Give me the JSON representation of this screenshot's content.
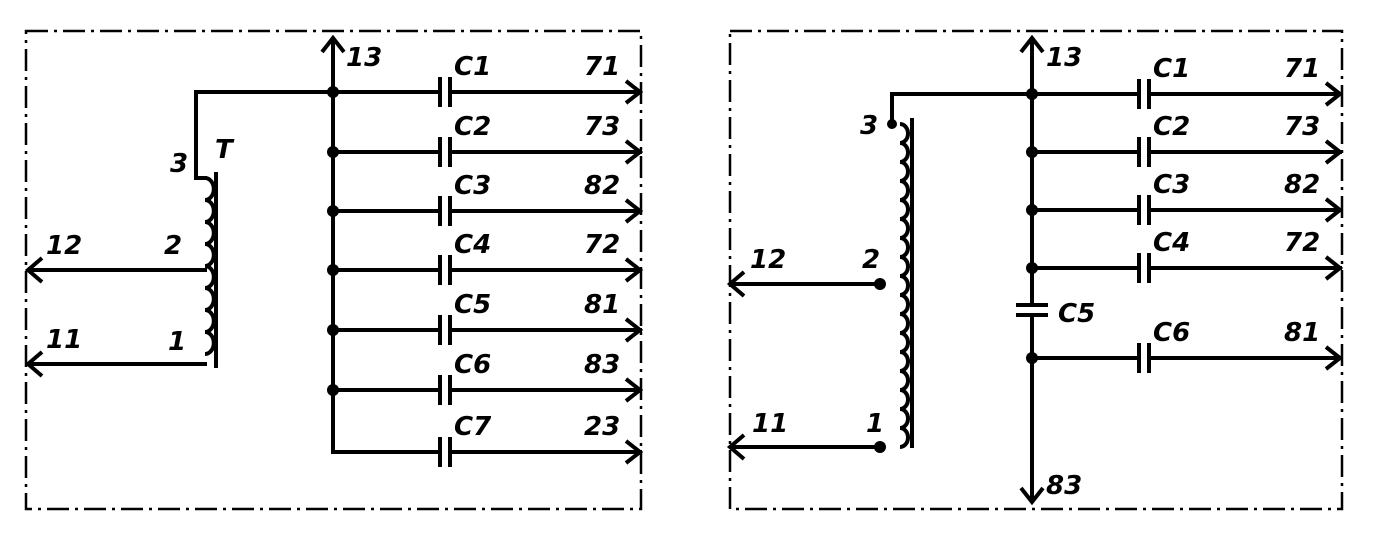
{
  "left": {
    "transformer_label": "T",
    "top_terminal": "13",
    "taps": [
      "3",
      "2",
      "1"
    ],
    "left_outputs": [
      "12",
      "11"
    ],
    "capacitors": [
      {
        "name": "C1",
        "out": "71"
      },
      {
        "name": "C2",
        "out": "73"
      },
      {
        "name": "C3",
        "out": "82"
      },
      {
        "name": "C4",
        "out": "72"
      },
      {
        "name": "C5",
        "out": "81"
      },
      {
        "name": "C6",
        "out": "83"
      },
      {
        "name": "C7",
        "out": "23"
      }
    ]
  },
  "right": {
    "top_terminal": "13",
    "bottom_terminal": "83",
    "taps": [
      "3",
      "2",
      "1"
    ],
    "left_outputs": [
      "12",
      "11"
    ],
    "series_capacitor": "C5",
    "capacitors": [
      {
        "name": "C1",
        "out": "71"
      },
      {
        "name": "C2",
        "out": "73"
      },
      {
        "name": "C3",
        "out": "82"
      },
      {
        "name": "C4",
        "out": "72"
      },
      {
        "name": "C6",
        "out": "81"
      }
    ]
  }
}
